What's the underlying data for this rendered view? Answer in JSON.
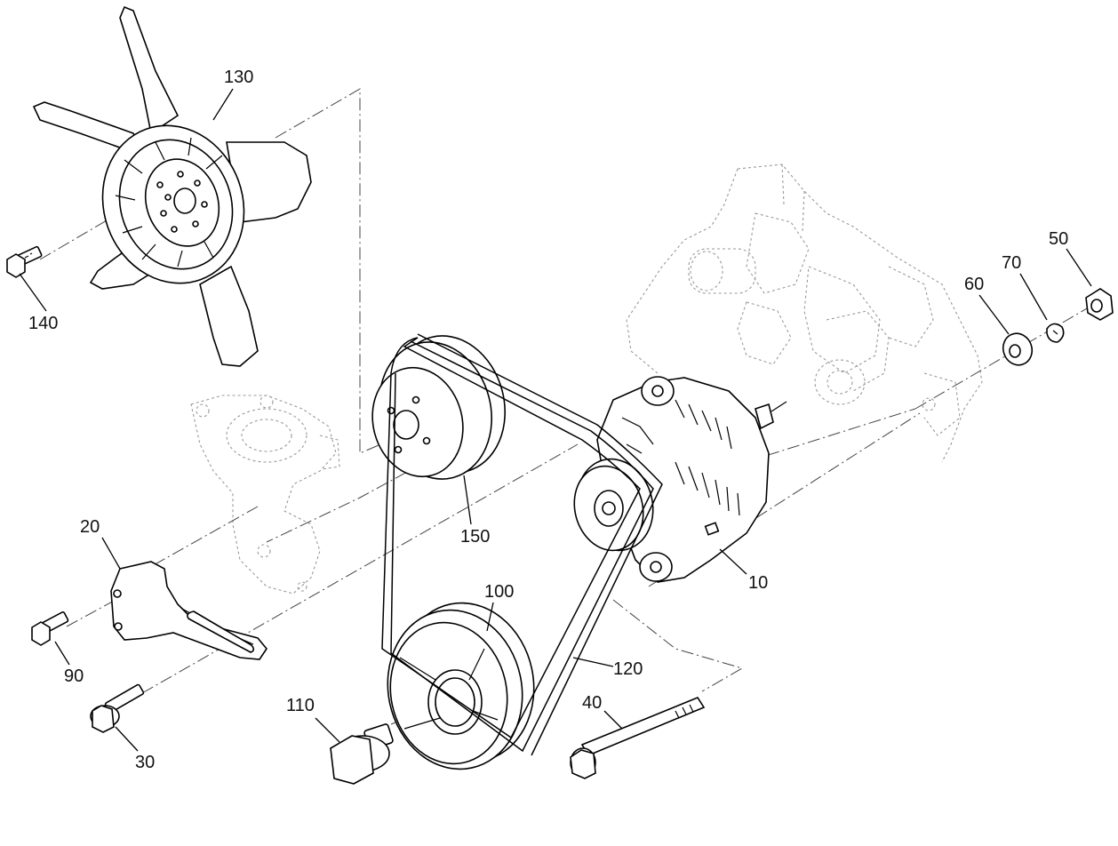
{
  "callouts": {
    "c130": "130",
    "c140": "140",
    "c20": "20",
    "c90": "90",
    "c30": "30",
    "c110": "110",
    "c150": "150",
    "c100": "100",
    "c120": "120",
    "c40": "40",
    "c10": "10",
    "c60": "60",
    "c70": "70",
    "c50": "50"
  }
}
